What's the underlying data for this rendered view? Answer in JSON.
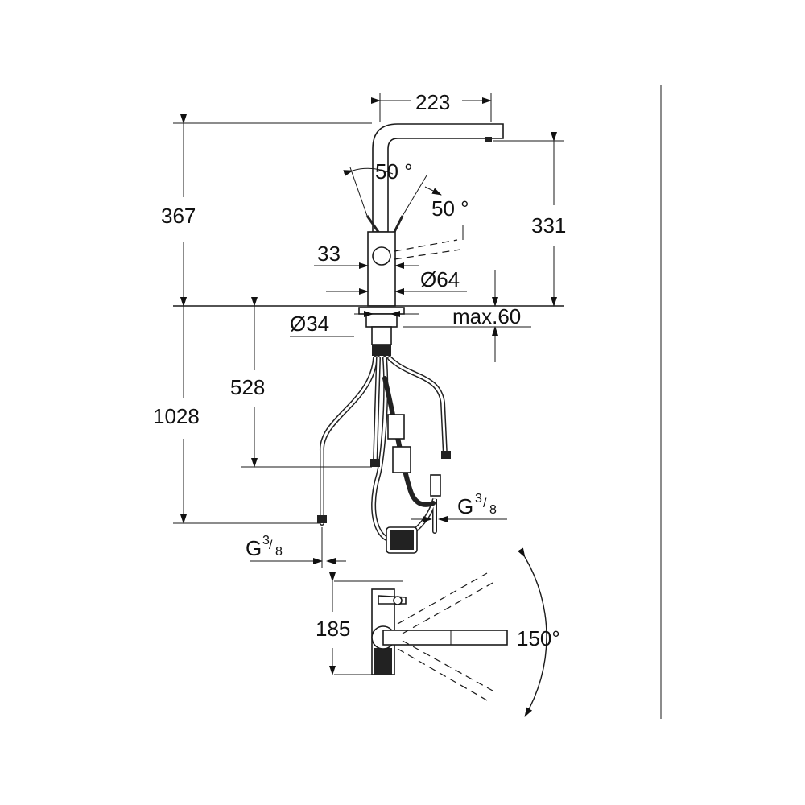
{
  "dimensions": {
    "spout_reach": "223",
    "total_height": "367",
    "spout_height": "331",
    "lever_angle_left": "50 °",
    "lever_angle_right": "50 °",
    "lever_offset": "33",
    "body_diameter": "Ø64",
    "hole_diameter": "Ø34",
    "max_thickness": "max.60",
    "connection_length": "528",
    "hose_length": "1028",
    "hand_clearance": "185",
    "swivel_angle": "150°"
  },
  "connections": {
    "left": {
      "base": "G",
      "num": "3",
      "den": "8"
    },
    "right": {
      "base": "G",
      "num": "3",
      "den": "8"
    }
  }
}
